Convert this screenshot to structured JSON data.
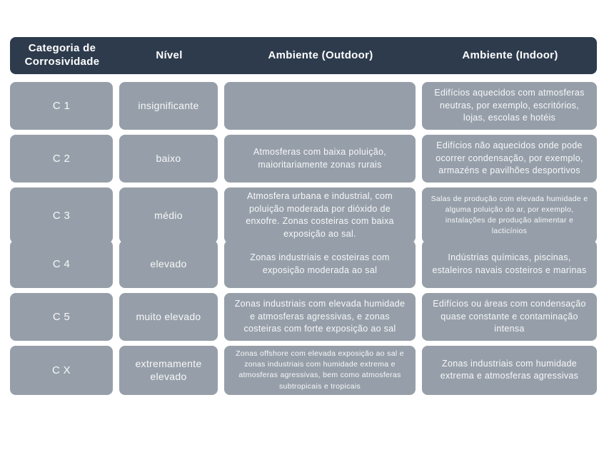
{
  "colors": {
    "header_bg": "#2d3b4d",
    "cell_bg": "#969fa9",
    "text": "#ffffff",
    "page_bg": "#ffffff"
  },
  "table": {
    "headers": [
      "Categoria de Corrosividade",
      "Nível",
      "Ambiente (Outdoor)",
      "Ambiente (Indoor)"
    ],
    "rows": [
      {
        "category": "C 1",
        "level": "insignificante",
        "outdoor": "",
        "indoor": "Edifícios aquecidos com atmosferas neutras, por exemplo, escritórios, lojas, escolas e hotéis"
      },
      {
        "category": "C 2",
        "level": "baixo",
        "outdoor": "Atmosferas com baixa poluição, maioritariamente zonas rurais",
        "indoor": "Edifícios não aquecidos onde pode ocorrer condensação, por exemplo, armazéns e pavilhões desportivos"
      },
      {
        "category": "C 3",
        "level": "médio",
        "outdoor": "Atmosfera urbana e industrial, com poluição moderada por dióxido de enxofre. Zonas costeiras com baixa exposição ao sal.",
        "indoor": "Salas de produção com elevada humidade e alguma poluição do ar, por exemplo, instalações de produção alimentar e lacticínios"
      },
      {
        "category": "C 4",
        "level": "elevado",
        "outdoor": "Zonas industriais e costeiras com exposição moderada ao sal",
        "indoor": "Indústrias químicas, piscinas, estaleiros navais costeiros e marinas"
      },
      {
        "category": "C 5",
        "level": "muito elevado",
        "outdoor": "Zonas industriais com elevada humidade e atmosferas agressivas, e zonas costeiras com forte exposição ao sal",
        "indoor": "Edifícios ou áreas com condensação quase constante e contaminação intensa"
      },
      {
        "category": "C X",
        "level": "extremamente elevado",
        "outdoor": "Zonas offshore com elevada exposição ao sal e zonas industriais com humidade extrema e atmosferas agressivas, bem como atmosferas subtropicais e tropicais",
        "indoor": "Zonas industriais com humidade extrema e atmosferas agressivas"
      }
    ]
  }
}
